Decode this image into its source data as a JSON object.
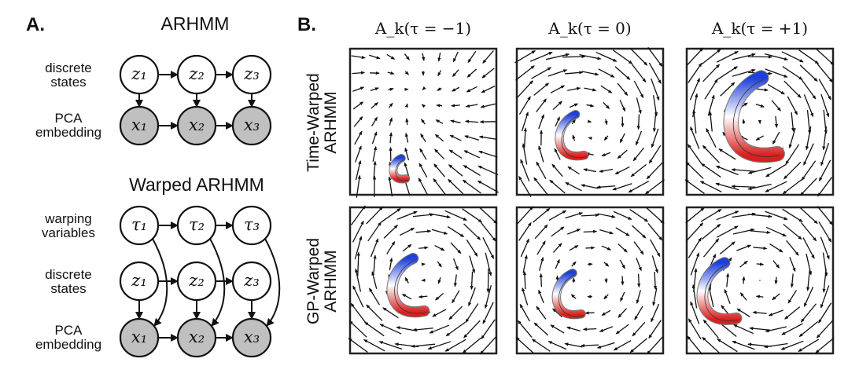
{
  "panel_a": {
    "letter": "A.",
    "arhmm": {
      "title": "ARHMM",
      "row_labels": [
        {
          "l1": "discrete",
          "l2": "states"
        },
        {
          "l1": "PCA",
          "l2": "embedding"
        }
      ],
      "z_nodes": [
        "z₁",
        "z₂",
        "z₃"
      ],
      "x_nodes": [
        "x₁",
        "x₂",
        "x₃"
      ]
    },
    "warped": {
      "title": "Warped ARHMM",
      "row_labels": [
        {
          "l1": "warping",
          "l2": "variables"
        },
        {
          "l1": "discrete",
          "l2": "states"
        },
        {
          "l1": "PCA",
          "l2": "embedding"
        }
      ],
      "tau_nodes": [
        "τ₁",
        "τ₂",
        "τ₃"
      ],
      "z_nodes": [
        "z₁",
        "z₂",
        "z₃"
      ],
      "x_nodes": [
        "x₁",
        "x₂",
        "x₃"
      ]
    },
    "observed_fill": "#c0c0c0"
  },
  "panel_b": {
    "letter": "B.",
    "column_titles": [
      "A_k(τ = −1)",
      "A_k(τ = 0)",
      "A_k(τ = +1)"
    ],
    "rows": [
      {
        "l1": "Time-Warped",
        "l2": "ARHMM"
      },
      {
        "l1": "GP-Warped",
        "l2": "ARHMM"
      }
    ],
    "trajectory_colors": {
      "start": "#1f3fd8",
      "mid": "#ffffff",
      "end": "#d92020"
    }
  }
}
